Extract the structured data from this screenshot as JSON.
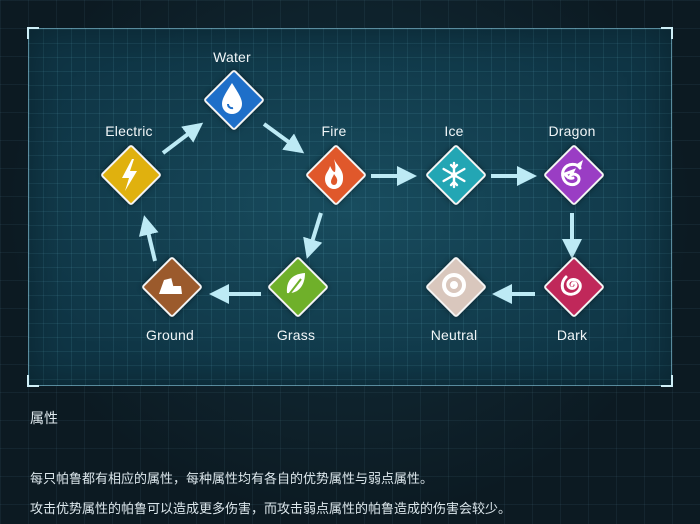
{
  "title": "属性",
  "description": [
    "每只帕鲁都有相应的属性，每种属性均有各自的优势属性与弱点属性。",
    "攻击优势属性的帕鲁可以造成更多伤害，而攻击弱点属性的帕鲁造成的伤害会较少。"
  ],
  "elements": {
    "water": {
      "label": "Water",
      "color": "#1e6fc9",
      "icon": "water-drop-icon"
    },
    "fire": {
      "label": "Fire",
      "color": "#e0582b",
      "icon": "flame-icon"
    },
    "ice": {
      "label": "Ice",
      "color": "#23a6b4",
      "icon": "snowflake-icon"
    },
    "dragon": {
      "label": "Dragon",
      "color": "#9a3dc4",
      "icon": "dragon-icon"
    },
    "electric": {
      "label": "Electric",
      "color": "#e0b10e",
      "icon": "lightning-icon"
    },
    "ground": {
      "label": "Ground",
      "color": "#9b5a2c",
      "icon": "rock-icon"
    },
    "grass": {
      "label": "Grass",
      "color": "#6fb02a",
      "icon": "leaf-icon"
    },
    "neutral": {
      "label": "Neutral",
      "color": "#d9c7bd",
      "icon": "ring-icon"
    },
    "dark": {
      "label": "Dark",
      "color": "#c0285a",
      "icon": "swirl-icon"
    }
  },
  "relations": [
    [
      "water",
      "fire"
    ],
    [
      "fire",
      "grass"
    ],
    [
      "grass",
      "ground"
    ],
    [
      "ground",
      "electric"
    ],
    [
      "electric",
      "water"
    ],
    [
      "fire",
      "ice"
    ],
    [
      "ice",
      "dragon"
    ],
    [
      "dragon",
      "dark"
    ],
    [
      "dark",
      "neutral"
    ]
  ],
  "arrow_color": "#bdeaf5"
}
